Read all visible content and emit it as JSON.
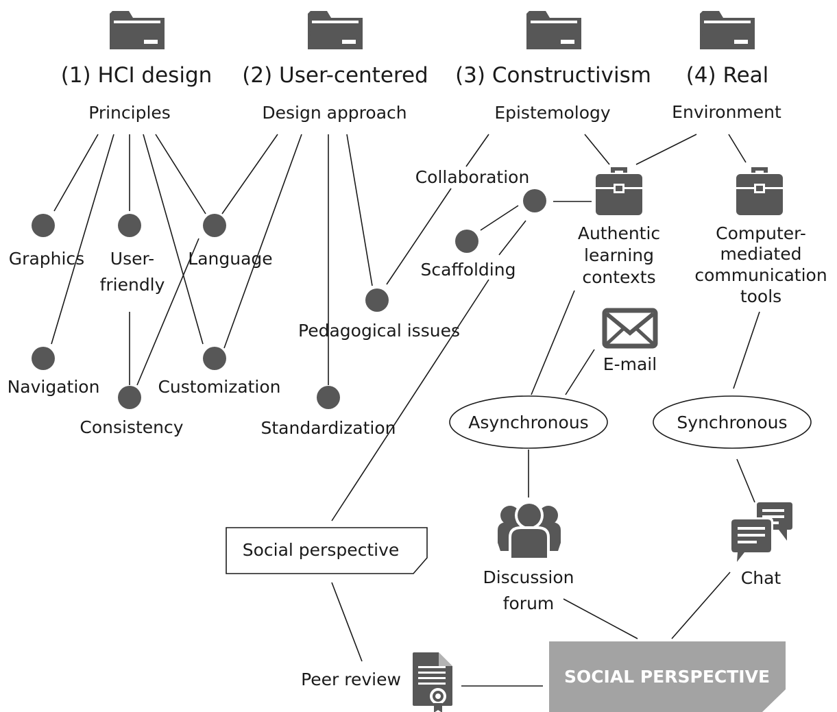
{
  "columns": [
    {
      "title": "(1) HCI design",
      "subtitle": "Principles"
    },
    {
      "title": "(2) User-centered",
      "subtitle": "Design approach"
    },
    {
      "title": "(3) Constructivism",
      "subtitle": "Epistemology"
    },
    {
      "title": "(4) Real",
      "subtitle": "Environment"
    }
  ],
  "principles": {
    "graphics": "Graphics",
    "user_friendly_1": "User-",
    "user_friendly_2": "friendly",
    "language": "Language",
    "navigation": "Navigation",
    "consistency": "Consistency",
    "customization": "Customization"
  },
  "design": {
    "pedagogical": "Pedagogical issues",
    "standardization": "Standardization"
  },
  "constructivism": {
    "collaboration": "Collaboration",
    "scaffolding": "Scaffolding",
    "authentic_1": "Authentic",
    "authentic_2": "learning",
    "authentic_3": "contexts"
  },
  "real": {
    "cmc_1": "Computer-",
    "cmc_2": "mediated",
    "cmc_3": "communication",
    "cmc_4": "tools"
  },
  "communication": {
    "email": "E-mail",
    "asynchronous": "Asynchronous",
    "synchronous": "Synchronous",
    "discussion_1": "Discussion",
    "discussion_2": "forum",
    "chat": "Chat"
  },
  "social": {
    "box_label": "Social perspective",
    "peer_review": "Peer review",
    "banner": "SOCIAL PERSPECTIVE",
    "banner_color": "#a3a3a3"
  },
  "icon_color": "#575757"
}
